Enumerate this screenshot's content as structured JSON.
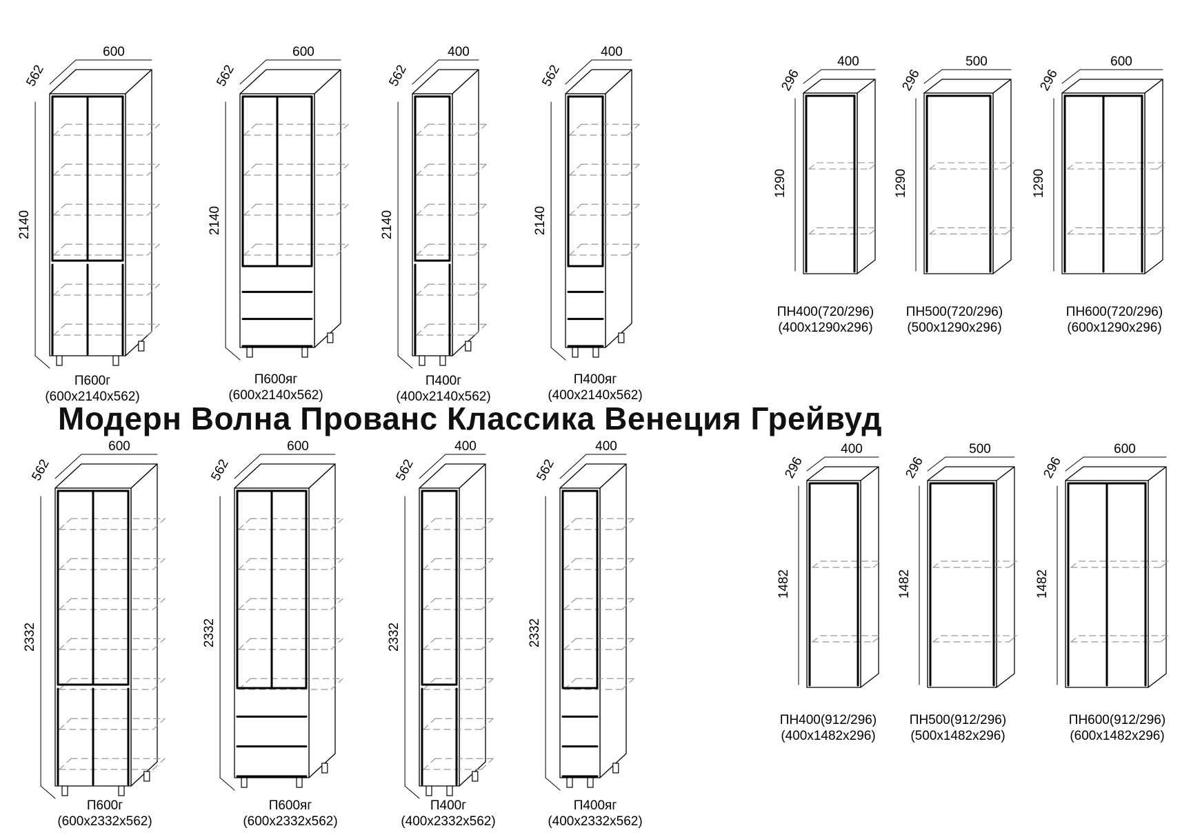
{
  "title": "Модерн Волна Прованс Классика Венеция Грейвуд",
  "tall_row_1": [
    {
      "code": "П600г",
      "dims": "(600x2140x562)",
      "width": "600",
      "depth": "562",
      "height": "2140",
      "type": "g"
    },
    {
      "code": "П600яг",
      "dims": "(600x2140x562)",
      "width": "600",
      "depth": "562",
      "height": "2140",
      "type": "yag"
    },
    {
      "code": "П400г",
      "dims": "(400x2140x562)",
      "width": "400",
      "depth": "562",
      "height": "2140",
      "type": "g"
    },
    {
      "code": "П400яг",
      "dims": "(400x2140x562)",
      "width": "400",
      "depth": "562",
      "height": "2140",
      "type": "yag"
    }
  ],
  "wall_row_1": [
    {
      "code": "ПН400(720/296)",
      "dims": "(400x1290x296)",
      "width": "400",
      "depth": "296",
      "height": "1290"
    },
    {
      "code": "ПН500(720/296)",
      "dims": "(500x1290x296)",
      "width": "500",
      "depth": "296",
      "height": "1290"
    },
    {
      "code": "ПН600(720/296)",
      "dims": "(600x1290x296)",
      "width": "600",
      "depth": "296",
      "height": "1290"
    }
  ],
  "tall_row_2": [
    {
      "code": "П600г",
      "dims": "(600x2332x562)",
      "width": "600",
      "depth": "562",
      "height": "2332",
      "type": "g"
    },
    {
      "code": "П600яг",
      "dims": "(600x2332x562)",
      "width": "600",
      "depth": "562",
      "height": "2332",
      "type": "yag"
    },
    {
      "code": "П400г",
      "dims": "(400x2332x562)",
      "width": "400",
      "depth": "562",
      "height": "2332",
      "type": "g"
    },
    {
      "code": "П400яг",
      "dims": "(400x2332x562)",
      "width": "400",
      "depth": "562",
      "height": "2332",
      "type": "yag"
    }
  ],
  "wall_row_2": [
    {
      "code": "ПН400(912/296)",
      "dims": "(400x1482x296)",
      "width": "400",
      "depth": "296",
      "height": "1482"
    },
    {
      "code": "ПН500(912/296)",
      "dims": "(500x1482x296)",
      "width": "500",
      "depth": "296",
      "height": "1482"
    },
    {
      "code": "ПН600(912/296)",
      "dims": "(600x1482x296)",
      "width": "600",
      "depth": "296",
      "height": "1482"
    }
  ]
}
